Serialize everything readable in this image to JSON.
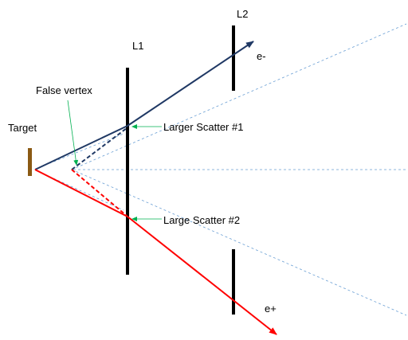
{
  "labels": {
    "target": "Target",
    "layer1": "L1",
    "layer2": "L2",
    "false_vertex": "False vertex",
    "scatter1": "Larger Scatter #1",
    "scatter2": "Large Scatter #2",
    "electron": "e-",
    "positron": "e+"
  },
  "colors": {
    "target": "#8B5A14",
    "detector": "#000000",
    "electron_track": "#1F3864",
    "positron_track": "#FF0000",
    "projection": "#6A9FD4",
    "annotation_arrow": "#00B050"
  }
}
